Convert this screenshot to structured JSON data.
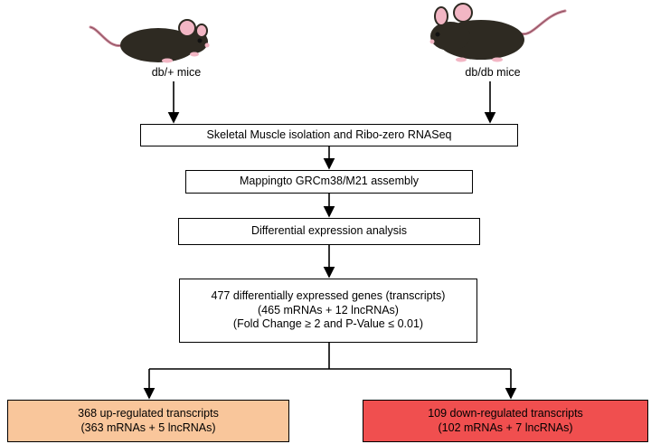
{
  "mice": {
    "left_label": "db/+ mice",
    "right_label": "db/db mice"
  },
  "steps": {
    "step1": "Skeletal Muscle isolation and Ribo-zero RNASeq",
    "step2": "Mappingto GRCm38/M21 assembly",
    "step3": "Differential expression analysis",
    "step4": {
      "line1": "477 differentially expressed genes (transcripts)",
      "line2": "(465 mRNAs + 12 lncRNAs)",
      "line3": "(Fold Change ≥ 2 and P-Value ≤ 0.01)"
    }
  },
  "results": {
    "up": {
      "line1": "368 up-regulated transcripts",
      "line2": "(363 mRNAs + 5 lncRNAs)",
      "color": "#F9C69B"
    },
    "down": {
      "line1": "109 down-regulated transcripts",
      "line2": "(102 mRNAs + 7 lncRNAs)",
      "color": "#F04F4F"
    }
  },
  "icons": {
    "left_mouse": "mouse-icon",
    "right_mouse": "mouse-icon"
  }
}
